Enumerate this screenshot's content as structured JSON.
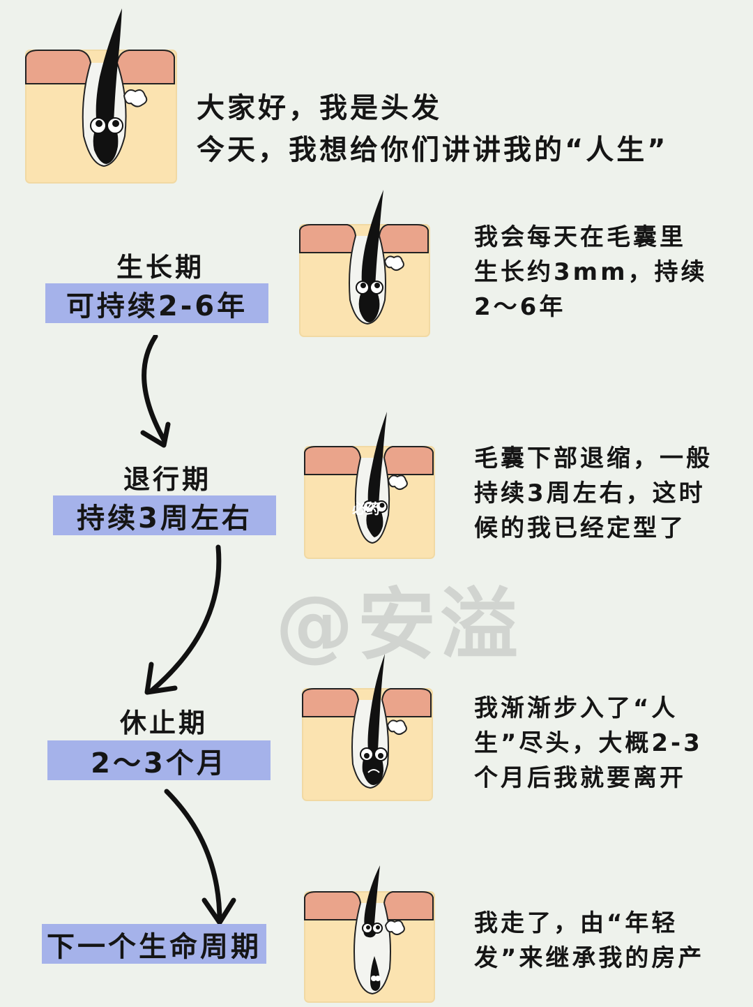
{
  "intro": {
    "line1": "大家好，我是头发",
    "line2": "今天，我想给你们讲讲我的“人生”"
  },
  "phases": [
    {
      "name": "生长期",
      "duration": "可持续2-6年",
      "description": "我会每天在毛囊里\n生长约3mm，持续\n2～6年"
    },
    {
      "name": "退行期",
      "duration": "持续3周左右",
      "description": "毛囊下部退缩，一般\n持续3周左右，这时\n候的我已经定型了"
    },
    {
      "name": "休止期",
      "duration": "2～3个月",
      "description": "我渐渐步入了“人\n生”尽头，大概2-3\n个月后我就要离开"
    },
    {
      "name": "",
      "duration": "下一个生命周期",
      "description": "我走了，由“年轻\n发”来继承我的房产"
    }
  ],
  "watermark": "@安溢",
  "small_watermark": "必药",
  "colors": {
    "background": "#eef2ec",
    "skin_top": "#eaa48b",
    "skin_body": "#fbe3b0",
    "label_box": "#a5b2ea",
    "hair": "#111111"
  }
}
